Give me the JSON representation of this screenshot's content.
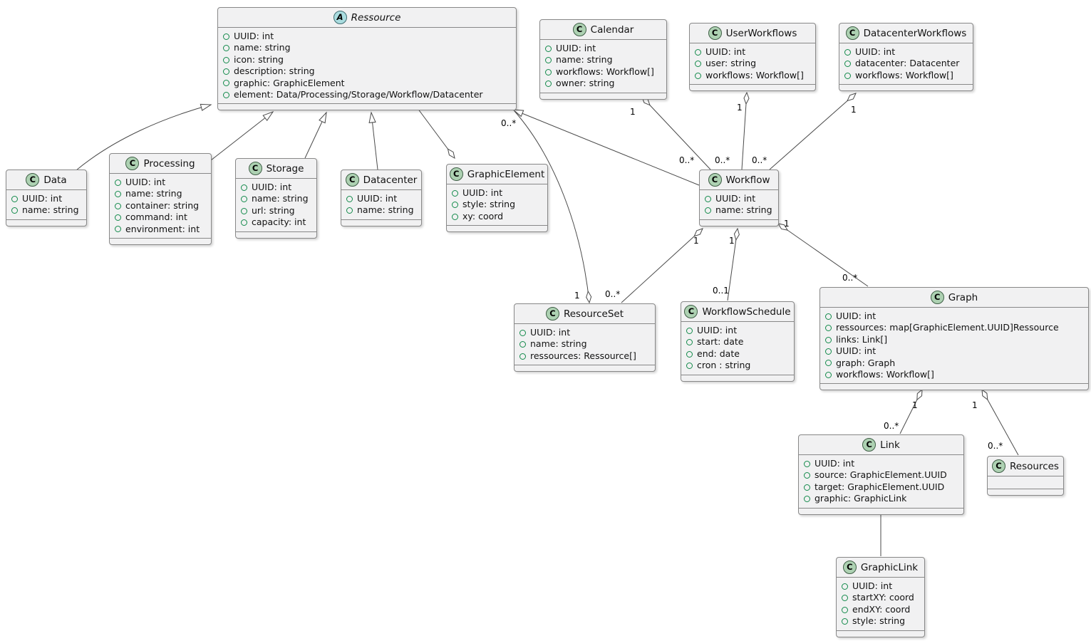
{
  "diagram": {
    "classes": [
      {
        "id": "ressource",
        "stereotype": "abstract",
        "icon_letter": "A",
        "name": "Ressource",
        "attributes": [
          "UUID: int",
          "name: string",
          "icon: string",
          "description: string",
          "graphic: GraphicElement",
          "element: Data/Processing/Storage/Workflow/Datacenter"
        ]
      },
      {
        "id": "calendar",
        "stereotype": "class",
        "icon_letter": "C",
        "name": "Calendar",
        "attributes": [
          "UUID: int",
          "name: string",
          "workflows: Workflow[]",
          "owner: string"
        ]
      },
      {
        "id": "userworkflows",
        "stereotype": "class",
        "icon_letter": "C",
        "name": "UserWorkflows",
        "attributes": [
          "UUID: int",
          "user: string",
          "workflows: Workflow[]"
        ]
      },
      {
        "id": "datacenterworkflows",
        "stereotype": "class",
        "icon_letter": "C",
        "name": "DatacenterWorkflows",
        "attributes": [
          "UUID: int",
          "datacenter: Datacenter",
          "workflows: Workflow[]"
        ]
      },
      {
        "id": "data",
        "stereotype": "class",
        "icon_letter": "C",
        "name": "Data",
        "attributes": [
          "UUID: int",
          "name: string"
        ]
      },
      {
        "id": "processing",
        "stereotype": "class",
        "icon_letter": "C",
        "name": "Processing",
        "attributes": [
          "UUID: int",
          "name: string",
          "container: string",
          "command: int",
          "environment: int"
        ]
      },
      {
        "id": "storage",
        "stereotype": "class",
        "icon_letter": "C",
        "name": "Storage",
        "attributes": [
          "UUID: int",
          "name: string",
          "url: string",
          "capacity: int"
        ]
      },
      {
        "id": "datacenter",
        "stereotype": "class",
        "icon_letter": "C",
        "name": "Datacenter",
        "attributes": [
          "UUID: int",
          "name: string"
        ]
      },
      {
        "id": "graphicelement",
        "stereotype": "class",
        "icon_letter": "C",
        "name": "GraphicElement",
        "attributes": [
          "UUID: int",
          "style: string",
          "xy: coord"
        ]
      },
      {
        "id": "workflow",
        "stereotype": "class",
        "icon_letter": "C",
        "name": "Workflow",
        "attributes": [
          "UUID: int",
          "name: string"
        ]
      },
      {
        "id": "resourceset",
        "stereotype": "class",
        "icon_letter": "C",
        "name": "ResourceSet",
        "attributes": [
          "UUID: int",
          "name: string",
          "ressources: Ressource[]"
        ]
      },
      {
        "id": "workflowschedule",
        "stereotype": "class",
        "icon_letter": "C",
        "name": "WorkflowSchedule",
        "attributes": [
          "UUID: int",
          "start: date",
          "end: date",
          "cron : string"
        ]
      },
      {
        "id": "graph",
        "stereotype": "class",
        "icon_letter": "C",
        "name": "Graph",
        "attributes": [
          "UUID: int",
          "ressources: map[GraphicElement.UUID]Ressource",
          "links: Link[]",
          "UUID: int",
          "graph: Graph",
          "workflows: Workflow[]"
        ]
      },
      {
        "id": "link",
        "stereotype": "class",
        "icon_letter": "C",
        "name": "Link",
        "attributes": [
          "UUID: int",
          "source: GraphicElement.UUID",
          "target: GraphicElement.UUID",
          "graphic: GraphicLink"
        ]
      },
      {
        "id": "resources",
        "stereotype": "class",
        "icon_letter": "C",
        "name": "Resources",
        "attributes": []
      },
      {
        "id": "graphiclink",
        "stereotype": "class",
        "icon_letter": "C",
        "name": "GraphicLink",
        "attributes": [
          "UUID: int",
          "startXY: coord",
          "endXY: coord",
          "style: string"
        ]
      }
    ],
    "relationships": [
      {
        "id": "data-ressource",
        "type": "extends",
        "from": "Data",
        "to": "Ressource",
        "from_label": "",
        "to_label": ""
      },
      {
        "id": "processing-ressource",
        "type": "extends",
        "from": "Processing",
        "to": "Ressource",
        "from_label": "",
        "to_label": ""
      },
      {
        "id": "storage-ressource",
        "type": "extends",
        "from": "Storage",
        "to": "Ressource",
        "from_label": "",
        "to_label": ""
      },
      {
        "id": "datacenter-ressource",
        "type": "extends",
        "from": "Datacenter",
        "to": "Ressource",
        "from_label": "",
        "to_label": ""
      },
      {
        "id": "workflow-ressource",
        "type": "extends",
        "from": "Workflow",
        "to": "Ressource",
        "from_label": "",
        "to_label": ""
      },
      {
        "id": "ressource-graphicelement",
        "type": "aggregation",
        "from": "Ressource",
        "to": "GraphicElement",
        "from_label": "",
        "to_label": ""
      },
      {
        "id": "calendar-workflow",
        "type": "aggregation",
        "from": "Calendar",
        "to": "Workflow",
        "from_label": "1",
        "to_label": "0..*"
      },
      {
        "id": "userworkflows-workflow",
        "type": "aggregation",
        "from": "UserWorkflows",
        "to": "Workflow",
        "from_label": "1",
        "to_label": "0..*"
      },
      {
        "id": "datacenterworkflows-workflow",
        "type": "aggregation",
        "from": "DatacenterWorkflows",
        "to": "Workflow",
        "from_label": "1",
        "to_label": "0..*"
      },
      {
        "id": "resourceset-ressource",
        "type": "aggregation",
        "from": "ResourceSet",
        "to": "Ressource",
        "from_label": "1",
        "to_label": "0..*"
      },
      {
        "id": "workflow-resourceset",
        "type": "aggregation",
        "from": "Workflow",
        "to": "ResourceSet",
        "from_label": "1",
        "to_label": "0..*"
      },
      {
        "id": "workflow-workflowschedule",
        "type": "aggregation",
        "from": "Workflow",
        "to": "WorkflowSchedule",
        "from_label": "1",
        "to_label": "0..1"
      },
      {
        "id": "workflow-graph",
        "type": "aggregation",
        "from": "Workflow",
        "to": "Graph",
        "from_label": "1",
        "to_label": "0..*"
      },
      {
        "id": "graph-link",
        "type": "aggregation",
        "from": "Graph",
        "to": "Link",
        "from_label": "1",
        "to_label": "0..*"
      },
      {
        "id": "graph-resources",
        "type": "aggregation",
        "from": "Graph",
        "to": "Resources",
        "from_label": "1",
        "to_label": "0..*"
      },
      {
        "id": "link-graphiclink",
        "type": "association",
        "from": "Link",
        "to": "GraphicLink",
        "from_label": "",
        "to_label": ""
      }
    ]
  },
  "colors": {
    "class_icon_bg": "#ADD1B2",
    "abstract_icon_bg": "#A9DCDF",
    "box_bg": "#F1F1F2",
    "box_border": "#888888",
    "field_icon_color": "#128A4A",
    "edge_color": "#4A4A4A"
  }
}
